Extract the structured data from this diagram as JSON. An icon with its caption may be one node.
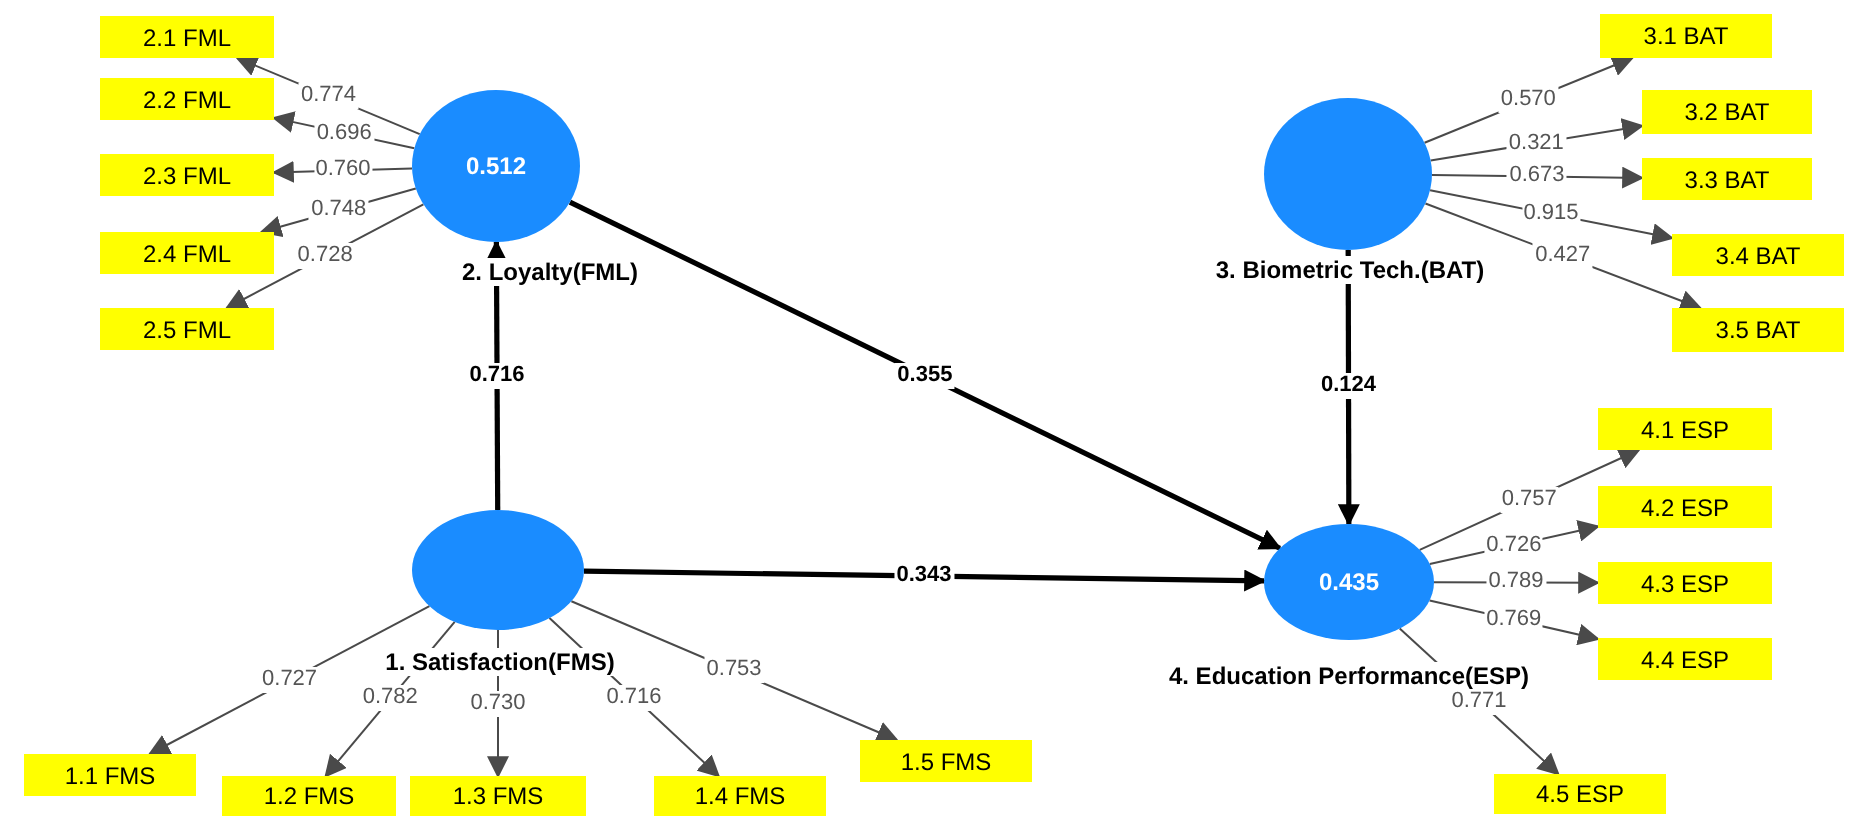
{
  "diagram": {
    "nodes": [
      {
        "text": [
          "0.512"
        ],
        "beside": [
          "2. Loyalty(FML)"
        ]
      },
      {
        "text": [
          "2.1 FML"
        ]
      },
      {
        "text": [
          "2.2 FML"
        ]
      },
      {
        "text": [
          "2.3 FML"
        ]
      },
      {
        "text": [
          "2.4 FML"
        ]
      },
      {
        "text": [
          "2.5 FML"
        ]
      },
      {
        "text": [],
        "shape": "circle",
        "beside": [
          "3. Biometric Tech.(BAT)"
        ]
      },
      {
        "text": [
          "3.1 BAT"
        ]
      },
      {
        "text": [
          "3.2 BAT"
        ]
      },
      {
        "text": [
          "3.3 BAT"
        ]
      },
      {
        "text": [
          "3.4 BAT"
        ]
      },
      {
        "text": [
          "3.5 BAT"
        ]
      },
      {
        "text": [],
        "shape": "circle",
        "beside": [
          "1. Satisfaction(FMS)"
        ]
      },
      {
        "text": [
          "0.435"
        ],
        "beside": [
          "4. Education Performance(ESP)"
        ]
      },
      {
        "text": [
          "4.1 ESP"
        ]
      },
      {
        "text": [
          "4.2 ESP"
        ]
      },
      {
        "text": [
          "4.3 ESP"
        ]
      },
      {
        "text": [
          "4.4 ESP"
        ]
      },
      {
        "text": [
          "4.5 ESP"
        ]
      },
      {
        "text": [
          "1.1 FMS"
        ]
      },
      {
        "text": [
          "1.2 FMS"
        ]
      },
      {
        "text": [
          "1.3 FMS"
        ]
      },
      {
        "text": [
          "1.4 FMS"
        ]
      },
      {
        "text": [
          "1.5 FMS"
        ]
      }
    ],
    "edges": [
      {
        "from": 0,
        "to": 1,
        "arrow": "to",
        "label": "0.774"
      },
      {
        "from": 0,
        "to": 2,
        "arrow": "to",
        "label": "0.696"
      },
      {
        "from": 0,
        "to": 3,
        "arrow": "to",
        "label": "0.760"
      },
      {
        "from": 0,
        "to": 4,
        "arrow": "to",
        "label": "0.748"
      },
      {
        "from": 0,
        "to": 5,
        "arrow": "to",
        "label": "0.728"
      },
      {
        "from": 6,
        "to": 7,
        "arrow": "to",
        "label": "0.570"
      },
      {
        "from": 6,
        "to": 8,
        "arrow": "to",
        "label": "0.321"
      },
      {
        "from": 6,
        "to": 9,
        "arrow": "to",
        "label": "0.673"
      },
      {
        "from": 6,
        "to": 10,
        "arrow": "to",
        "label": "0.915"
      },
      {
        "from": 6,
        "to": 11,
        "arrow": "to",
        "label": "0.427"
      },
      {
        "from": 12,
        "to": 0,
        "arrow": "to",
        "label": "0.716",
        "style": "thick",
        "color": "#000000"
      },
      {
        "from": 0,
        "to": 13,
        "arrow": "to",
        "label": "0.355",
        "style": "thick",
        "color": "#000000"
      },
      {
        "from": 6,
        "to": 13,
        "arrow": "to",
        "label": "0.124",
        "style": "thick",
        "color": "#000000"
      },
      {
        "from": 12,
        "to": 13,
        "arrow": "to",
        "label": "0.343",
        "style": "thick",
        "color": "#000000"
      },
      {
        "from": 13,
        "to": 14,
        "arrow": "to",
        "label": "0.757"
      },
      {
        "from": 13,
        "to": 15,
        "arrow": "to",
        "label": "0.726"
      },
      {
        "from": 13,
        "to": 16,
        "arrow": "to",
        "label": "0.789"
      },
      {
        "from": 13,
        "to": 17,
        "arrow": "to",
        "label": "0.769"
      },
      {
        "from": 13,
        "to": 18,
        "arrow": "to",
        "label": "0.771"
      },
      {
        "from": 12,
        "to": 19,
        "arrow": "to",
        "label": "0.727"
      },
      {
        "from": 12,
        "to": 20,
        "arrow": "to",
        "label": "0.782"
      },
      {
        "from": 12,
        "to": 21,
        "arrow": "to",
        "label": "0.730"
      },
      {
        "from": 12,
        "to": 22,
        "arrow": "to",
        "label": "0.716"
      },
      {
        "from": 12,
        "to": 23,
        "arrow": "to",
        "label": "0.753"
      }
    ]
  }
}
